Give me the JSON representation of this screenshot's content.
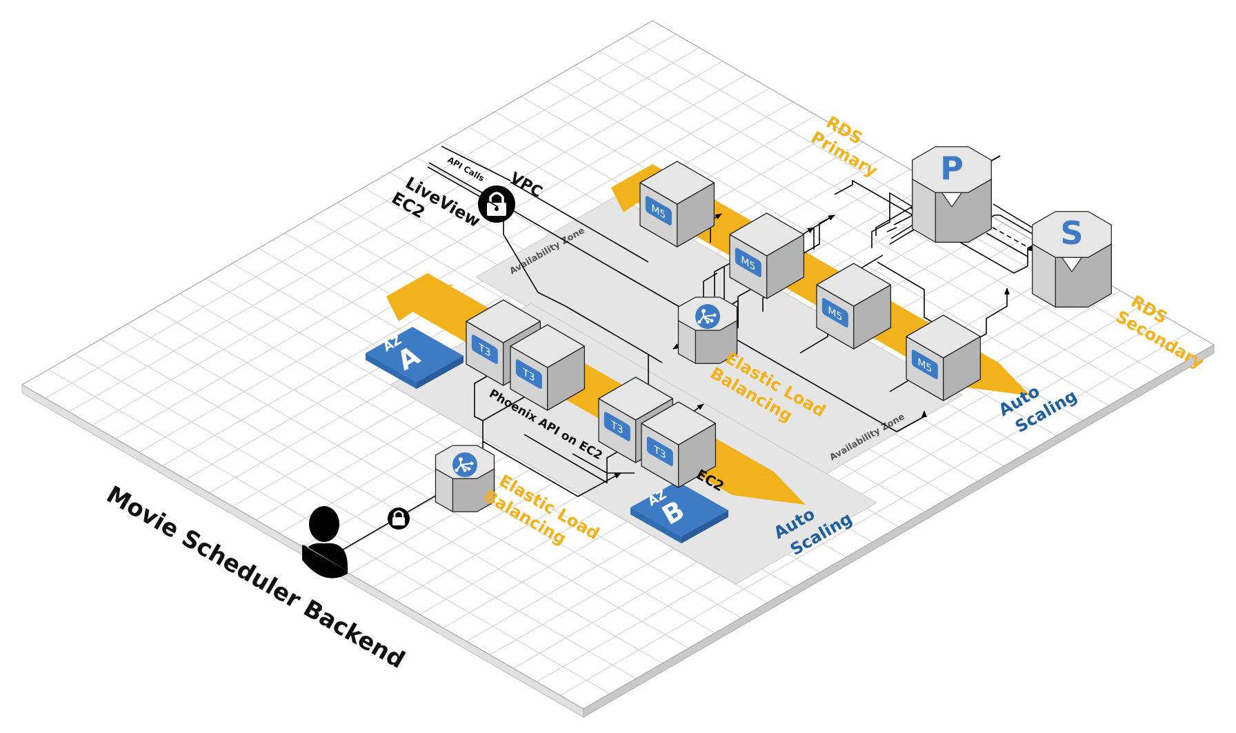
{
  "title": "Movie Scheduler Backend",
  "colors": {
    "orange": "#f2b21b",
    "blue": "#3d7cc4",
    "dark_blue": "#1f5f9e",
    "box_top": "#e6e6e6",
    "box_left": "#d3d3d3",
    "box_right": "#b3b3b3",
    "zone": "#e8e8e8",
    "grid": "#cccccc"
  },
  "labels": {
    "liveview_ec2": [
      "LiveView",
      "EC2"
    ],
    "vpc": "VPC",
    "api_calls": "API Calls",
    "availability_zone": "Availability Zone",
    "phoenix_api": "Phoenix API on EC2",
    "ec2": "EC2",
    "elb": [
      "Elastic Load",
      "Balancing"
    ],
    "auto_scaling": [
      "Auto",
      "Scaling"
    ],
    "rds_primary": [
      "RDS",
      "Primary"
    ],
    "rds_secondary": [
      "RDS",
      "Secondary"
    ],
    "az_word": "AZ",
    "az_a": "A",
    "az_b": "B"
  },
  "instances": {
    "t3": [
      "T3",
      "T3",
      "T3",
      "T3"
    ],
    "m5": [
      "M5",
      "M5",
      "M5",
      "M5"
    ]
  },
  "databases": {
    "primary_letter": "P",
    "secondary_letter": "S"
  },
  "icons": [
    "user-icon",
    "lock-icon",
    "load-balancer-icon",
    "database-icon",
    "arrow-icon"
  ]
}
